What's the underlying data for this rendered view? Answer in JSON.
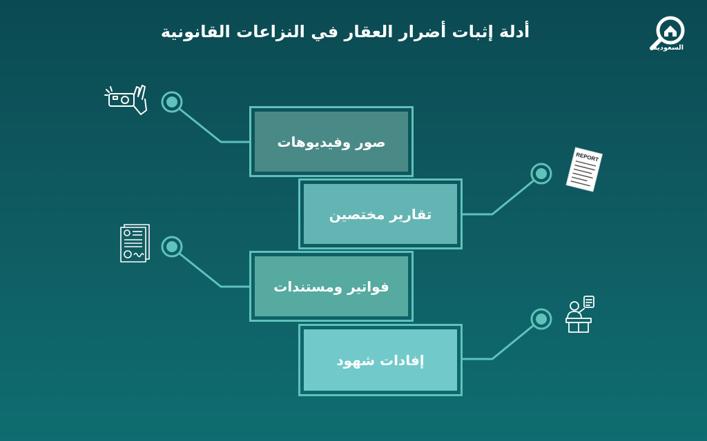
{
  "title": "أدلة إثبات أضرار العقار في النزاعات القانونية",
  "logo": {
    "icon": "house-magnifier-icon",
    "text": "السعودية"
  },
  "items": [
    {
      "label": "صور وفيديوهات",
      "icon": "hand-holding-camera-icon",
      "fill": "#4a8a86"
    },
    {
      "label": "تقارير مختصين",
      "icon": "report-document-icon",
      "fill": "#63b5b3"
    },
    {
      "label": "فواتير ومستندات",
      "icon": "legal-document-icon",
      "fill": "#56aaa0"
    },
    {
      "label": "إفادات شهود",
      "icon": "witness-stand-icon",
      "fill": "#72c9ca"
    }
  ],
  "report_icon_text": "REPORT",
  "colors": {
    "accent": "#5fc2bb",
    "background": "#0f5d63"
  }
}
